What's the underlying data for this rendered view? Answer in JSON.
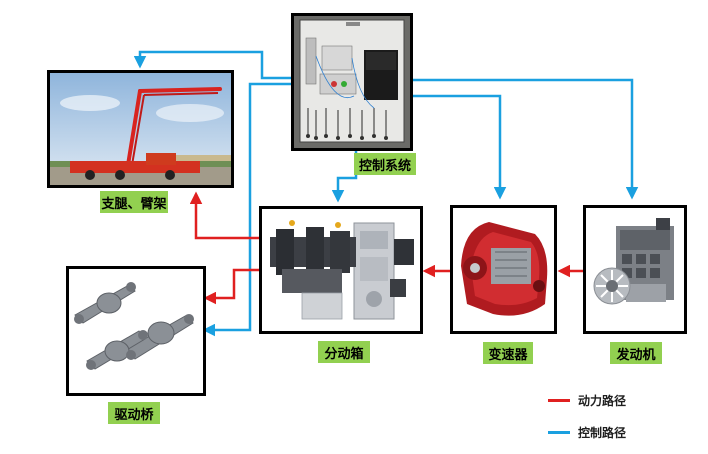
{
  "nodes": {
    "control": {
      "label": "控制系统"
    },
    "outrigger": {
      "label": "支腿、臂架"
    },
    "transfer": {
      "label": "分动箱"
    },
    "gearbox": {
      "label": "变速器"
    },
    "engine": {
      "label": "发动机"
    },
    "axle": {
      "label": "驱动桥"
    }
  },
  "legend": {
    "power": {
      "label": "动力路径",
      "color": "#e02020"
    },
    "control": {
      "label": "控制路径",
      "color": "#1aa0e0"
    }
  },
  "colors": {
    "tag_bg": "#92d050",
    "power": "#e02020",
    "control": "#1aa0e0"
  }
}
